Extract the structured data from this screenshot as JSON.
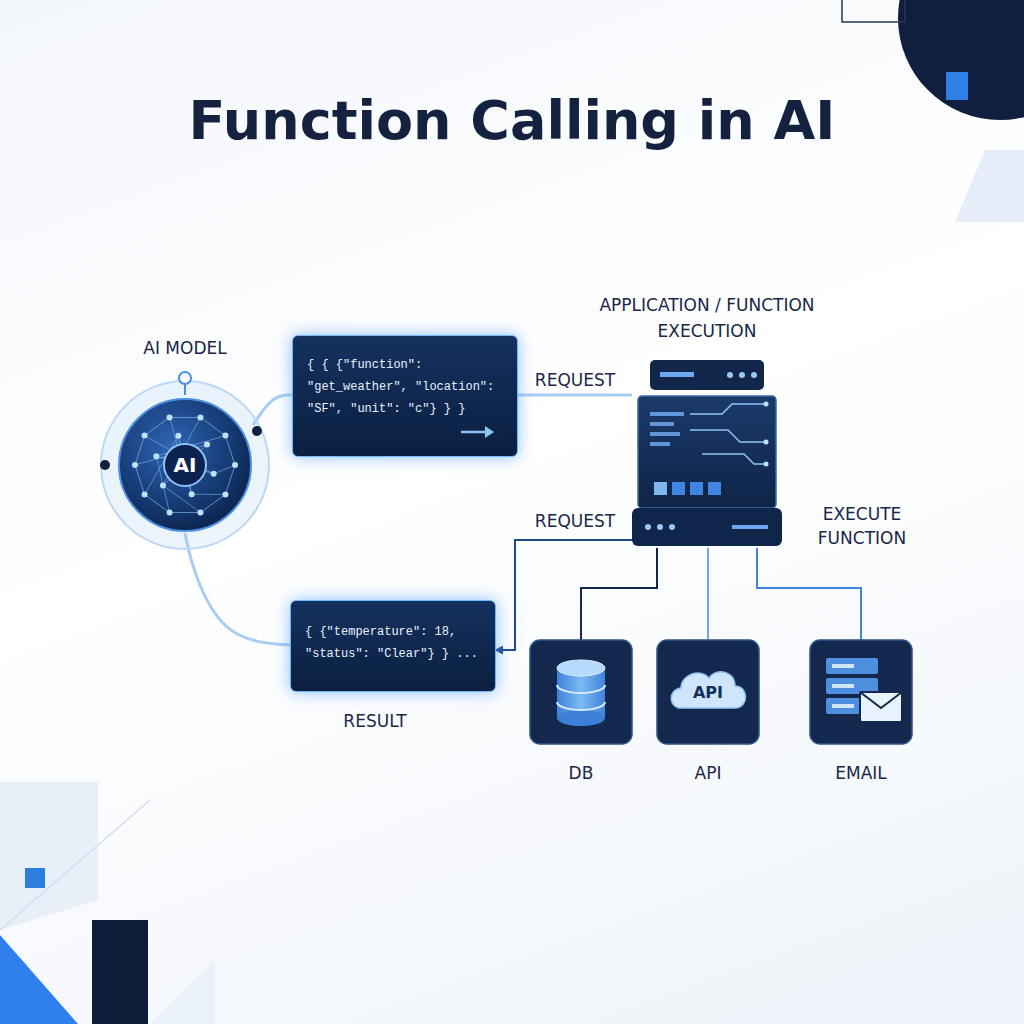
{
  "diagram": {
    "title": "Function Calling in AI",
    "nodes": [
      {
        "text": [
          "AI MODEL",
          "AI"
        ]
      },
      {
        "text": [
          "{ { {\"function\": \"get_weather\", \"location\": \"SF\", \"unit\": \"c\"} } }"
        ]
      },
      {
        "text": [
          "APPLICATION / FUNCTION EXECUTION"
        ]
      },
      {
        "text": [
          "{ {\"temperature\": 18, \"status\": \"Clear\"} } ..."
        ]
      },
      {
        "text": [
          "DB"
        ]
      },
      {
        "text": [
          "API",
          "API"
        ]
      },
      {
        "text": [
          "EMAIL"
        ]
      }
    ],
    "edges": [
      {
        "from": 0,
        "to": 1,
        "arrow": "none"
      },
      {
        "from": 1,
        "to": 2,
        "label": "REQUEST",
        "arrow": "none"
      },
      {
        "from": 2,
        "to": 3,
        "arrow": "to"
      },
      {
        "from": 3,
        "to": 0,
        "arrow": "none"
      },
      {
        "from": 2,
        "to": 4,
        "arrow": "none"
      },
      {
        "from": 2,
        "to": 5,
        "arrow": "none"
      },
      {
        "from": 2,
        "to": 6,
        "arrow": "none"
      }
    ],
    "labels": [
      "REQUEST",
      "EXECUTE FUNCTION",
      "RESULT"
    ]
  }
}
